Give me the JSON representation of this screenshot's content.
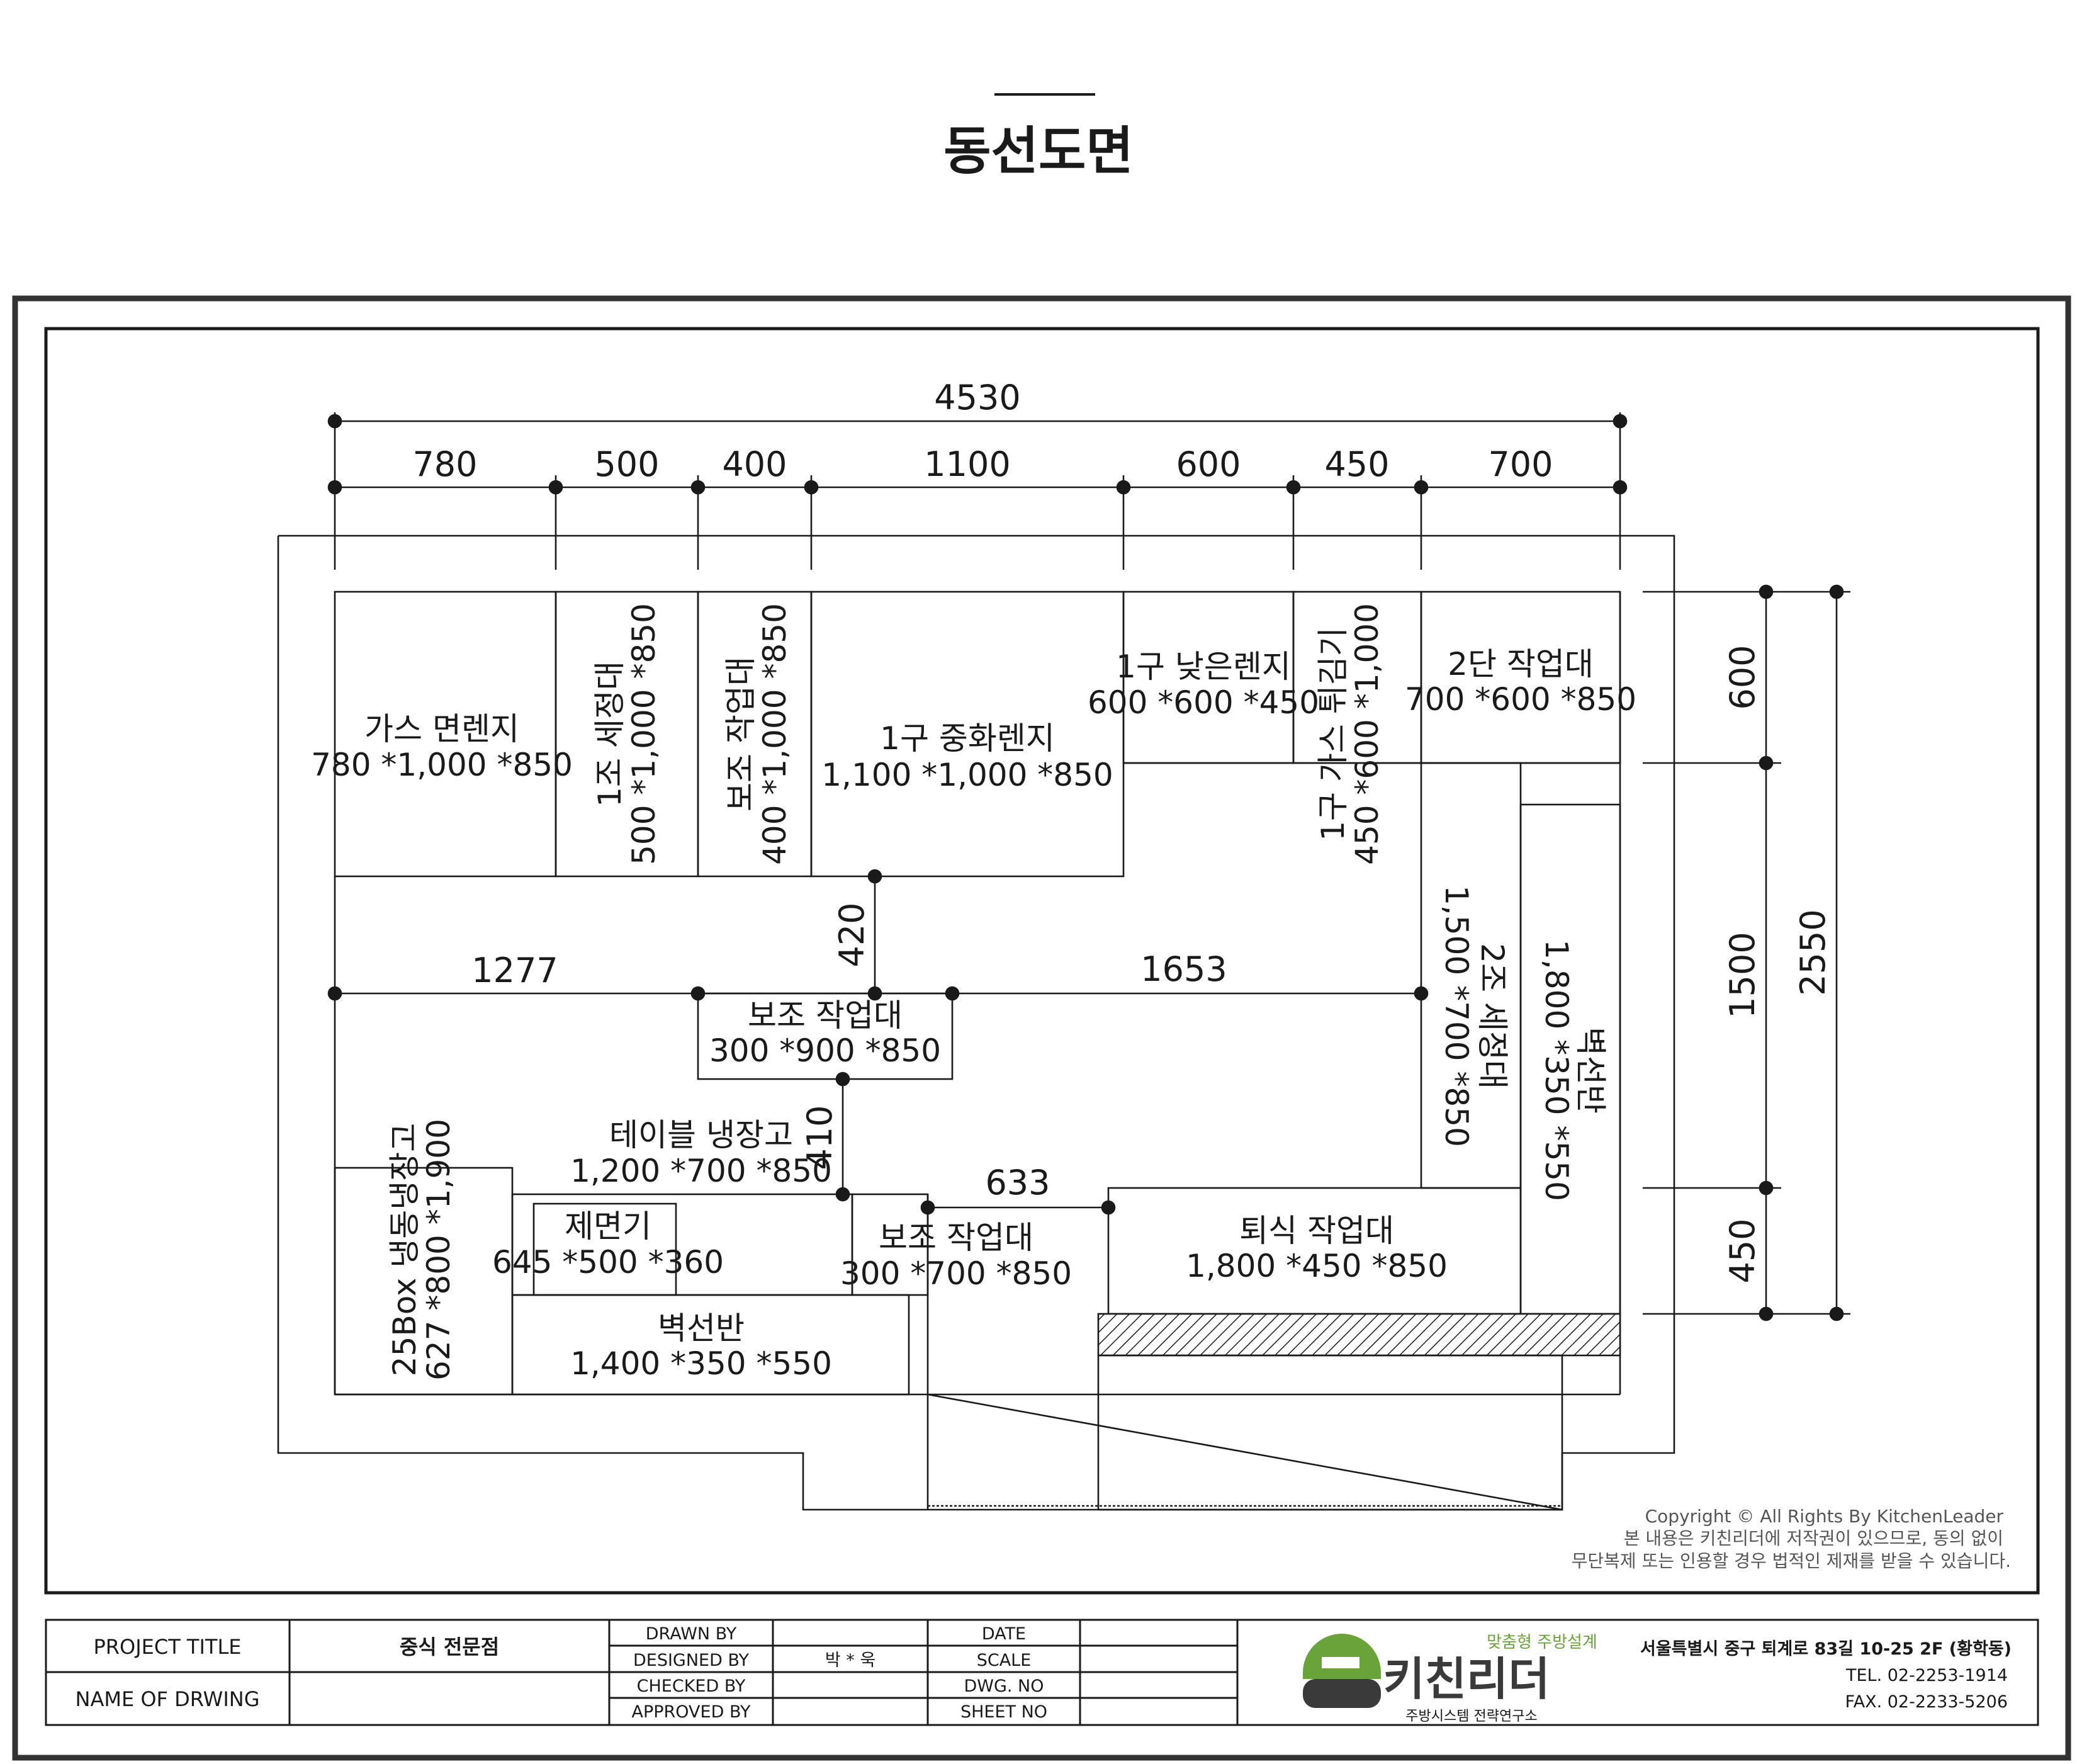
{
  "page_title": "동선도면",
  "dimensions": {
    "top_total": "4530",
    "top_segments": [
      "780",
      "500",
      "400",
      "1100",
      "600",
      "450",
      "700"
    ],
    "right_segments": [
      "600",
      "1500",
      "450"
    ],
    "right_total": "2550",
    "aisle_left": "1277",
    "aisle_right": "1653",
    "aisle_depth": "420",
    "lower_depth": "410",
    "lower_width": "633"
  },
  "equipment": {
    "gas_noodle_range": {
      "name": "가스 면렌지",
      "size": "780 *1,000 *850"
    },
    "sink_1": {
      "name": "1조 세정대",
      "size": "500 *1,000 *850"
    },
    "aux_table_1": {
      "name": "보조 작업대",
      "size": "400 *1,000 *850"
    },
    "chinese_range": {
      "name": "1구 중화렌지",
      "size": "1,100 *1,000 *850"
    },
    "low_range": {
      "name": "1구 낮은렌지",
      "size": "600 *600 *450"
    },
    "gas_fryer": {
      "name": "1구 가스 튀김기",
      "size": "450 *600 *1,000"
    },
    "two_tier_table": {
      "name": "2단 작업대",
      "size": "700 *600 *850"
    },
    "sink_2": {
      "name": "2조 세정대",
      "size": "1,500 *700 *850"
    },
    "wall_shelf_right": {
      "name": "벽선반",
      "size": "1,800 *350 *550"
    },
    "aux_table_center": {
      "name": "보조 작업대",
      "size": "300 *900 *850"
    },
    "table_fridge": {
      "name": "테이블 냉장고",
      "size": "1,200 *700 *850"
    },
    "freezer_fridge": {
      "name": "25Box 냉동냉장고",
      "size": "627 *800 *1,900"
    },
    "noodle_machine": {
      "name": "제면기",
      "size": "645 *500 *360"
    },
    "wall_shelf_bottom": {
      "name": "벽선반",
      "size": "1,400 *350 *550"
    },
    "aux_table_lower": {
      "name": "보조 작업대",
      "size": "300 *700 *850"
    },
    "return_table": {
      "name": "퇴식 작업대",
      "size": "1,800 *450 *850"
    }
  },
  "copyright": {
    "line1": "Copyright © All Rights By KitchenLeader",
    "line2": "본 내용은 키친리더에 저작권이 있으므로, 동의 없이",
    "line3": "무단복제 또는 인용할 경우 법적인 제재를 받을 수 있습니다."
  },
  "title_block": {
    "project_title_label": "PROJECT TITLE",
    "project_title_value": "중식 전문점",
    "drawing_name_label": "NAME OF DRWING",
    "drawing_name_value": "",
    "drawn_by": "DRAWN BY",
    "designed_by": "DESIGNED BY",
    "designer": "박 * 욱",
    "checked_by": "CHECKED BY",
    "approved_by": "APPROVED BY",
    "date": "DATE",
    "scale": "SCALE",
    "dwg_no": "DWG. NO",
    "sheet_no": "SHEET NO",
    "logo_tagline": "맞춤형 주방설계",
    "logo_name": "키친리더",
    "logo_sub": "주방시스템 전략연구소",
    "address": "서울특별시 중구 퇴계로 83길 10-25 2F (황학동)",
    "tel": "TEL. 02-2253-1914",
    "fax": "FAX. 02-2233-5206"
  },
  "colors": {
    "line": "#1a1a1a",
    "logo_green": "#6aa33a",
    "logo_dark": "#3a3a3a"
  }
}
